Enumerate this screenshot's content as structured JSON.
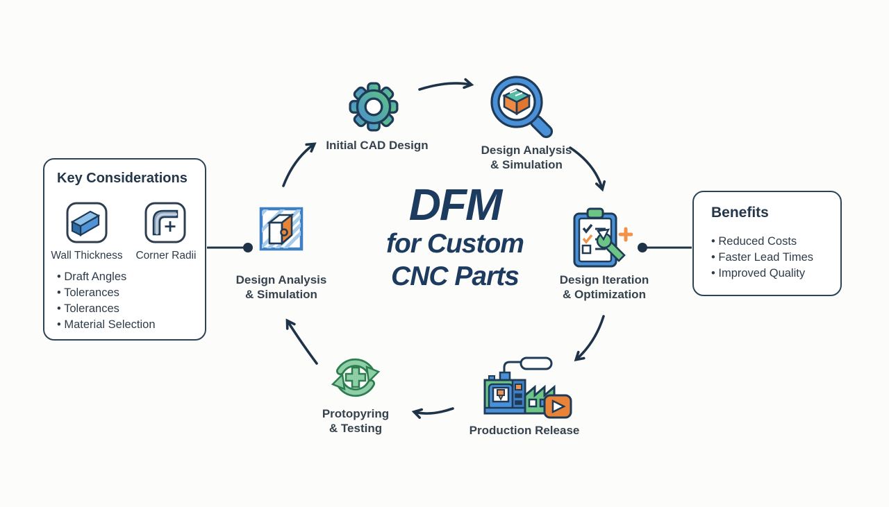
{
  "title": {
    "line1": "DFM",
    "line2": "for Custom",
    "line3": "CNC Parts"
  },
  "cycle": {
    "initial_cad": {
      "label": "Initial CAD Design"
    },
    "analysis_top": {
      "line1": "Design Analysis",
      "line2": "& Simulation"
    },
    "iteration": {
      "line1": "Design Iteration",
      "line2": "& Optimization"
    },
    "production": {
      "label": "Production Release"
    },
    "prototyping": {
      "line1": "Protopyring",
      "line2": "& Testing"
    },
    "analysis_left": {
      "line1": "Design Analysis",
      "line2": "& Simulation"
    }
  },
  "key_considerations": {
    "heading": "Key Considerations",
    "tiles": [
      {
        "label": "Wall Thickness",
        "icon": "wall-thickness-icon"
      },
      {
        "label": "Corner Radii",
        "icon": "corner-radii-icon"
      }
    ],
    "bullets": [
      "Draft Angles",
      "Tolerances",
      "Tolerances",
      "Material Selection"
    ]
  },
  "benefits": {
    "heading": "Benefits",
    "bullets": [
      "Reduced Costs",
      "Faster Lead Times",
      "Improved Quality"
    ]
  },
  "colors": {
    "navy": "#1f3a54",
    "blue": "#4a90d9",
    "green": "#6cc487",
    "orange": "#ee8a44",
    "title_navy": "#1d3a5f"
  }
}
